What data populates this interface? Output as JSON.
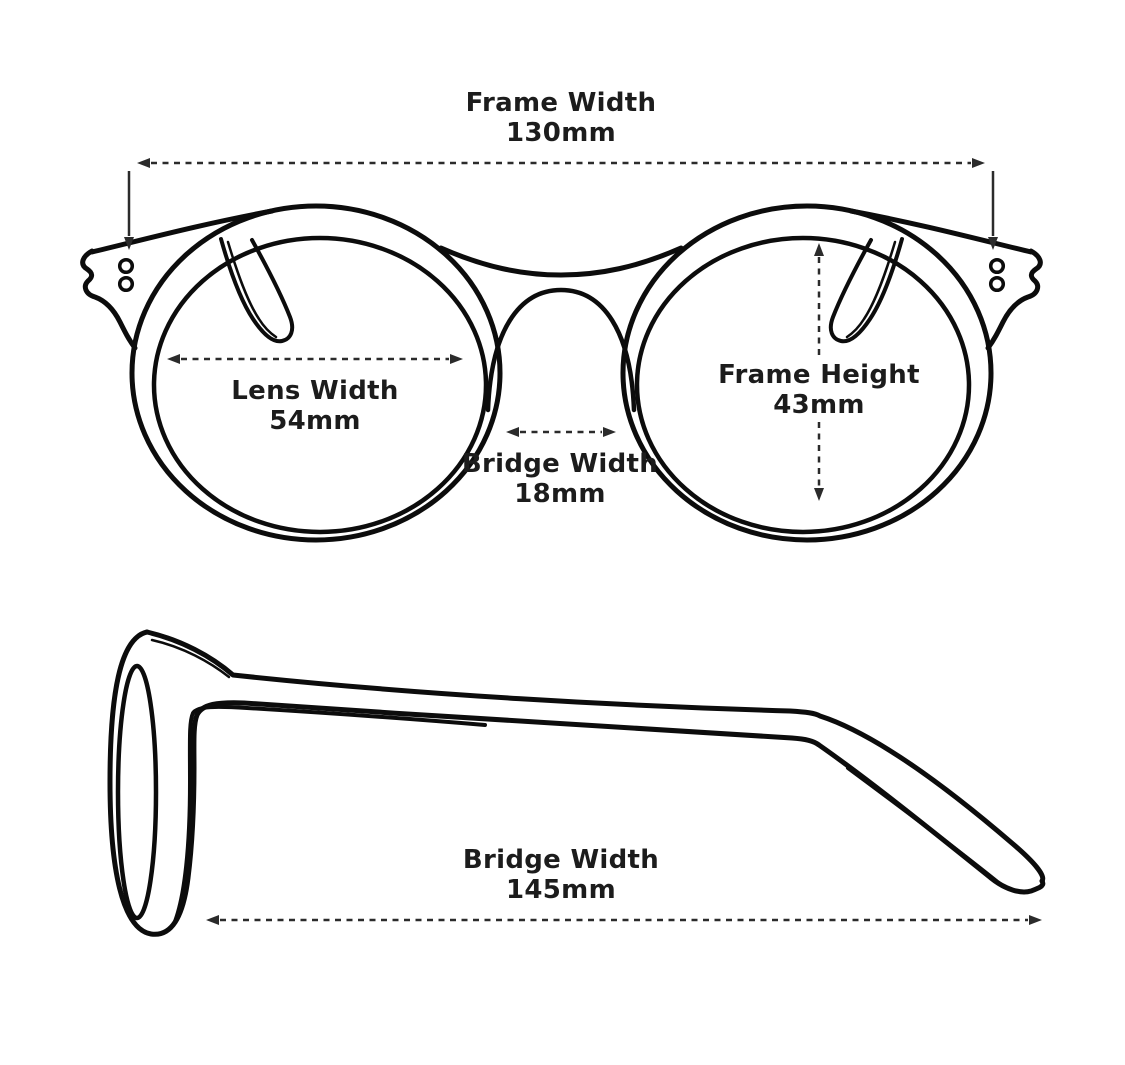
{
  "measurements": {
    "frame_width": {
      "label": "Frame Width",
      "value": "130mm"
    },
    "lens_width": {
      "label": "Lens Width",
      "value": "54mm"
    },
    "bridge_width": {
      "label": "Bridge Width",
      "value": "18mm"
    },
    "frame_height": {
      "label": "Frame Height",
      "value": "43mm"
    },
    "temple_length": {
      "label": "Bridge Width",
      "value": "145mm"
    }
  },
  "colors": {
    "background": "#ffffff",
    "artwork_line": "#0c0c0c",
    "dimension_line": "#2b2b2b",
    "text": "#1c1c1c"
  }
}
